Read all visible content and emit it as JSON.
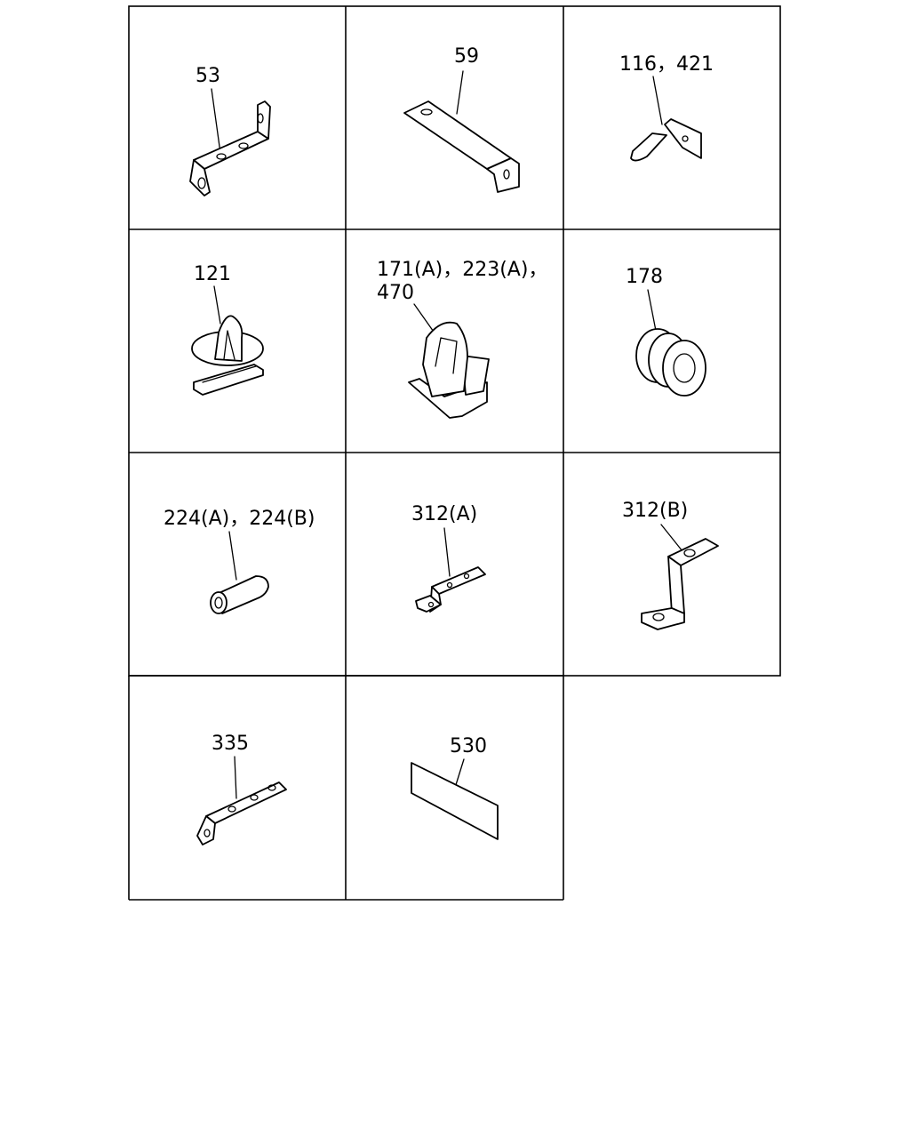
{
  "cells": [
    {
      "id": "53",
      "label": "53"
    },
    {
      "id": "59",
      "label": "59"
    },
    {
      "id": "116-421",
      "label": "116，421"
    },
    {
      "id": "121",
      "label": "121"
    },
    {
      "id": "171",
      "label_line1": "171(A)，223(A)，",
      "label_line2": "470"
    },
    {
      "id": "178",
      "label": "178"
    },
    {
      "id": "224",
      "label": "224(A)，224(B)"
    },
    {
      "id": "312a",
      "label": "312(A)"
    },
    {
      "id": "312b",
      "label": "312(B)"
    },
    {
      "id": "335",
      "label": "335"
    },
    {
      "id": "530",
      "label": "530"
    }
  ]
}
